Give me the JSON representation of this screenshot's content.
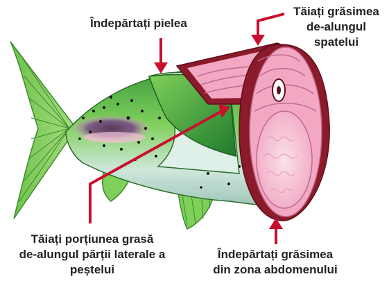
{
  "colors": {
    "arrow": "#c8102e",
    "fish_green": "#6cc24a",
    "fish_dark_green": "#2e8b2e",
    "belly": "#cfe5dd",
    "flesh_pink": "#f2a7c3",
    "flesh_dark": "#8b1a2b",
    "fat_pink": "#f6c7d8",
    "text": "#222222"
  },
  "labels": {
    "remove_skin": "Îndepărtați pielea",
    "cut_back_fat": [
      "Tăiați grăsimea",
      "de-alungul",
      "spatelui"
    ],
    "cut_lateral_fat": [
      "Tăiați porțiunea grasă",
      "de-alungul părții laterale a",
      "peștelui"
    ],
    "remove_belly_fat": [
      "Îndepărtați grăsimea",
      "din zona abdomenului"
    ]
  },
  "icons": {
    "fish": "trout-illustration",
    "arrow": "red-arrow"
  }
}
